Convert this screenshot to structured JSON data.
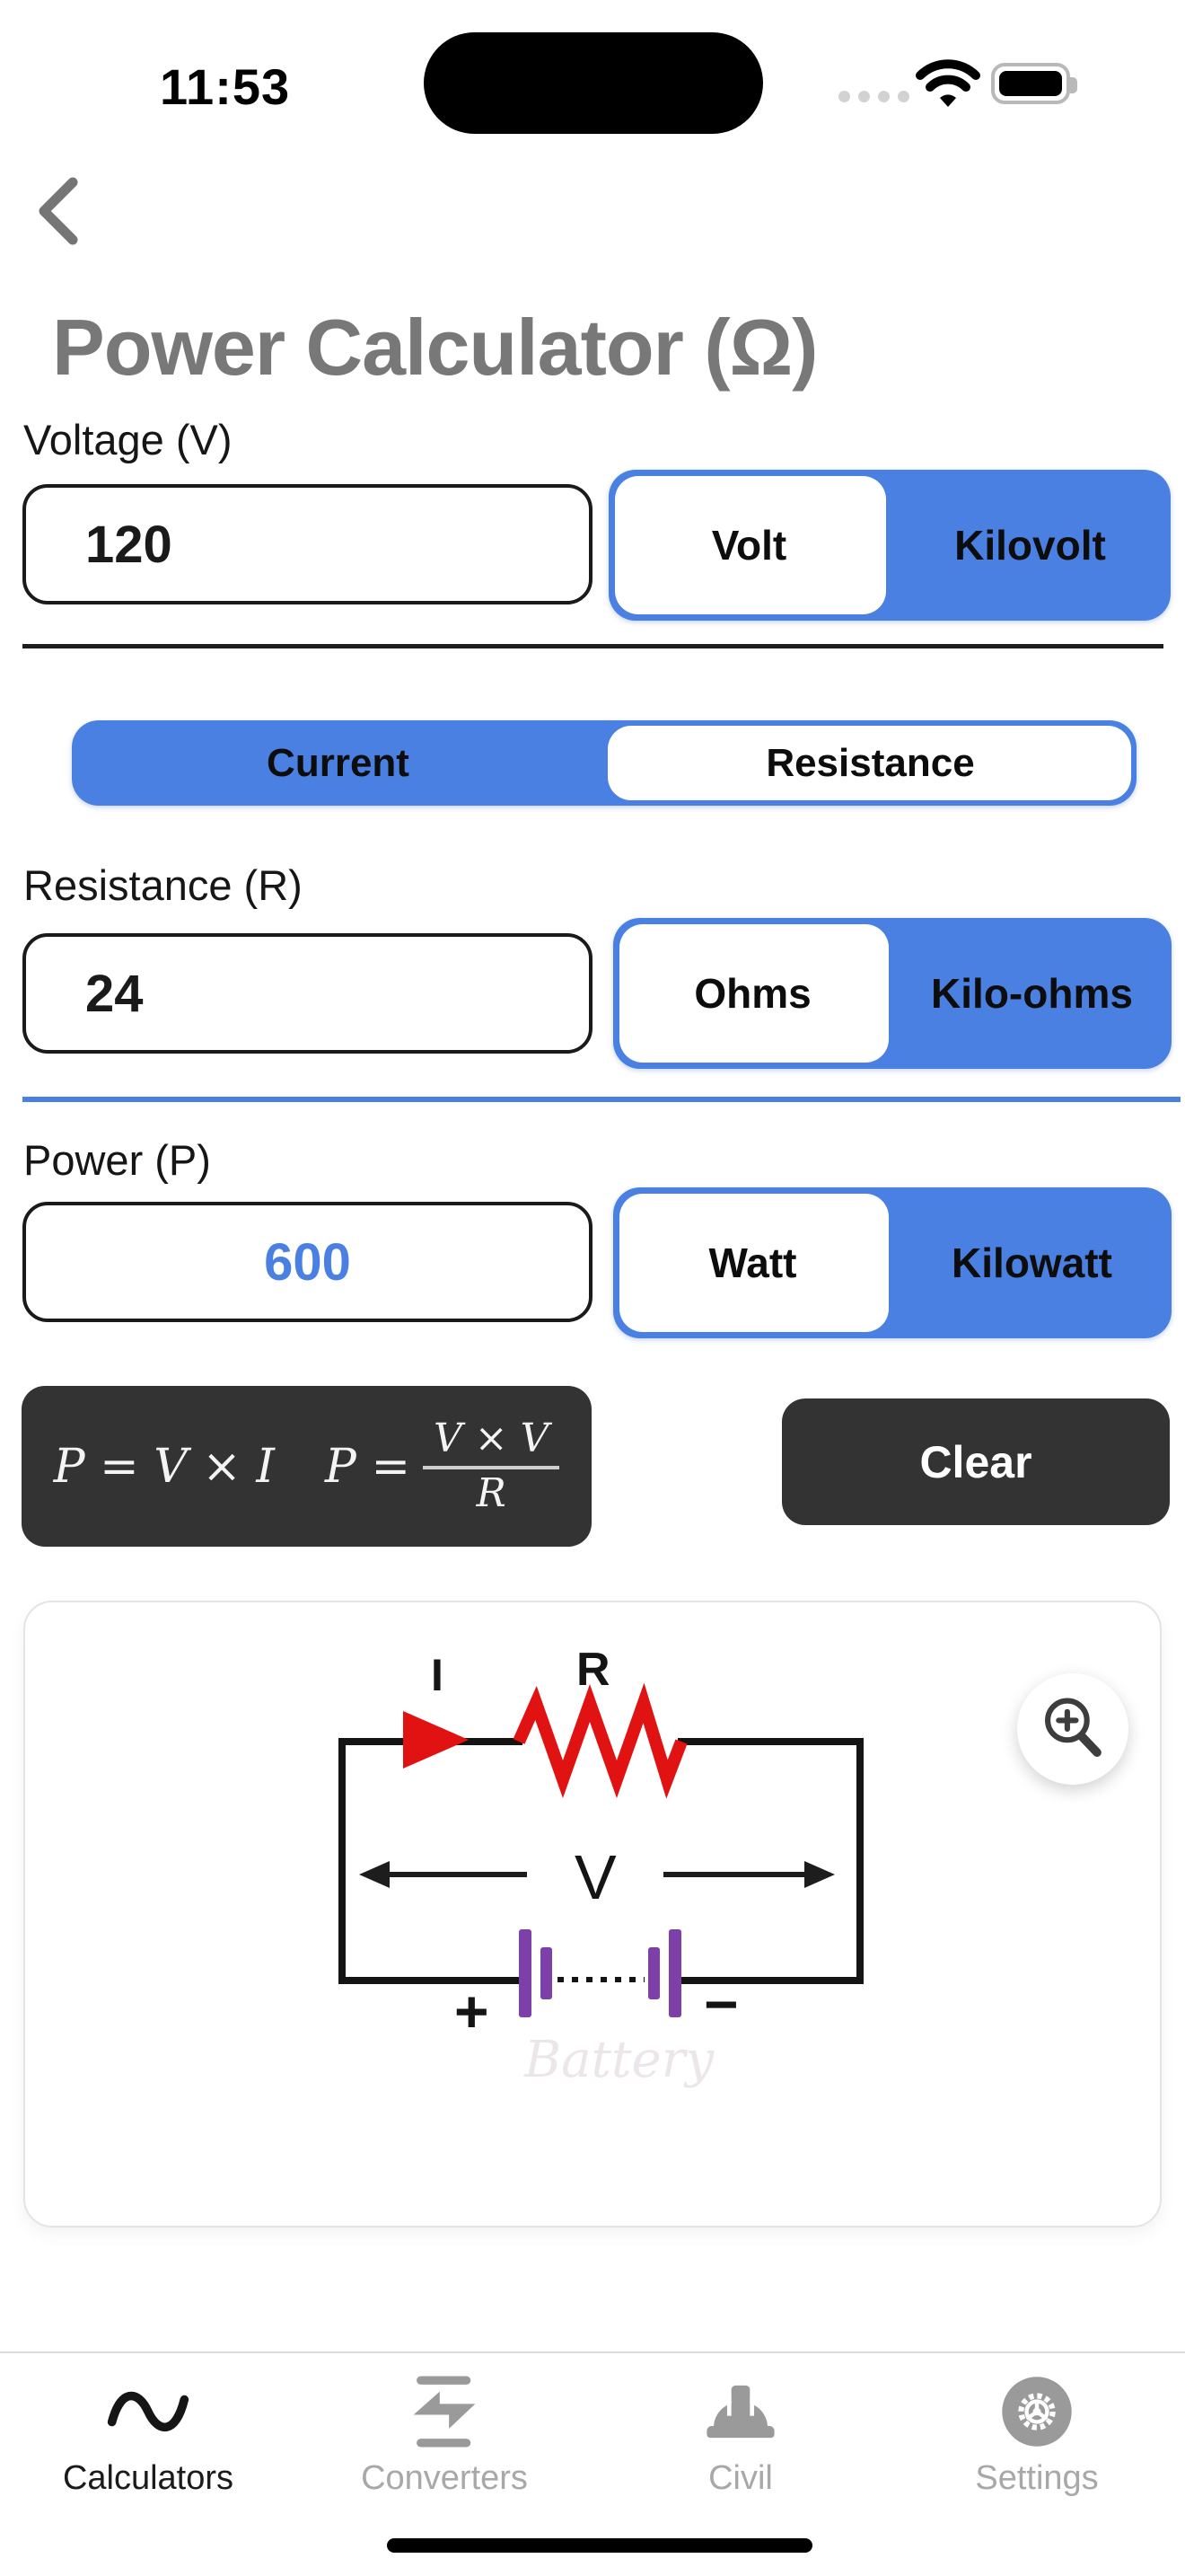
{
  "status_bar": {
    "time": "11:53"
  },
  "header": {
    "title": "Power Calculator (Ω)",
    "back_icon": "chevron-left"
  },
  "voltage": {
    "label": "Voltage (V)",
    "value": "120",
    "units": [
      "Volt",
      "Kilovolt"
    ],
    "selected_unit": "Volt"
  },
  "mode": {
    "options": [
      "Current",
      "Resistance"
    ],
    "selected": "Resistance"
  },
  "resistance": {
    "label": "Resistance (R)",
    "value": "24",
    "units": [
      "Ohms",
      "Kilo-ohms"
    ],
    "selected_unit": "Ohms"
  },
  "power": {
    "label": "Power (P)",
    "value": "600",
    "units": [
      "Watt",
      "Kilowatt"
    ],
    "selected_unit": "Watt"
  },
  "formula": {
    "f1": "P = V × I",
    "f2_lhs": "P =",
    "f2_num": "V × V",
    "f2_den": "R"
  },
  "actions": {
    "clear": "Clear"
  },
  "diagram": {
    "current_label": "I",
    "resistor_label": "R",
    "voltage_label": "V",
    "plus": "+",
    "minus": "−",
    "watermark": "Battery",
    "zoom_icon": "magnifier-plus-icon"
  },
  "tabs": {
    "items": [
      {
        "label": "Calculators",
        "icon": "sine-wave-icon",
        "active": true
      },
      {
        "label": "Converters",
        "icon": "swap-icon",
        "active": false
      },
      {
        "label": "Civil",
        "icon": "hard-hat-icon",
        "active": false
      },
      {
        "label": "Settings",
        "icon": "gear-icon",
        "active": false
      }
    ]
  },
  "colors": {
    "accent_blue": "#4A80E1",
    "dark_panel": "#333333",
    "title_gray": "#787878",
    "resistor_red": "#E01212",
    "battery_purple": "#7D3FA8",
    "inactive_gray": "#A8A8A8"
  }
}
